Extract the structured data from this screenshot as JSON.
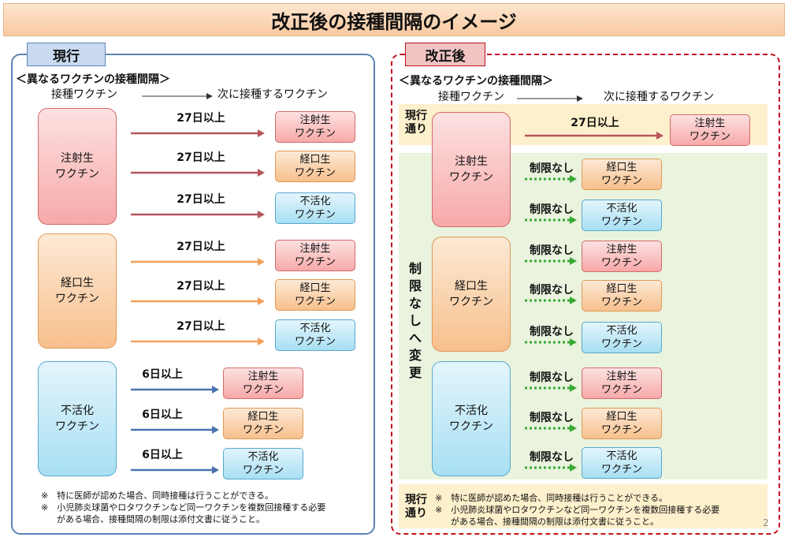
{
  "title": "改正後の接種間隔のイメージ",
  "page_number": "2",
  "current": {
    "tab": "現行",
    "subtitle": "＜異なるワクチンの接種間隔＞",
    "col_from": "接種ワクチン",
    "col_to": "次に接種するワクチン",
    "notes": [
      "※　特に医師が認めた場合、同時接種は行うことができる。",
      "※　小児肺炎球菌やロタワクチンなど同一ワクチンを複数回接種する必要",
      "がある場合、接種間隔の制限は添付文書に従うこと。"
    ]
  },
  "revised": {
    "tab": "改正後",
    "subtitle": "＜異なるワクチンの接種間隔＞",
    "col_from": "接種ワクチン",
    "col_to": "次に接種するワクチン",
    "same_as_current": "現行\n通り",
    "change_label": "制\n限\nな\nし\nへ\n変\n更",
    "notes": [
      "※　特に医師が認めた場合、同時接種は行うことができる。",
      "※　小児肺炎球菌やロタワクチンなど同一ワクチンを複数回接種する必要",
      "がある場合、接種間隔の制限は添付文書に従うこと。"
    ]
  },
  "vaccines": {
    "injectable": "注射生\nワクチン",
    "oral": "経口生\nワクチン",
    "inactivated": "不活化\nワクチン"
  },
  "intervals": {
    "days27": "27日以上",
    "days6": "6日以上",
    "no_limit": "制限なし"
  },
  "colors": {
    "arrow_red": "#b5565c",
    "arrow_orange": "#f2a05a",
    "arrow_blue": "#4a72b0",
    "arrow_green": "#39a935"
  }
}
